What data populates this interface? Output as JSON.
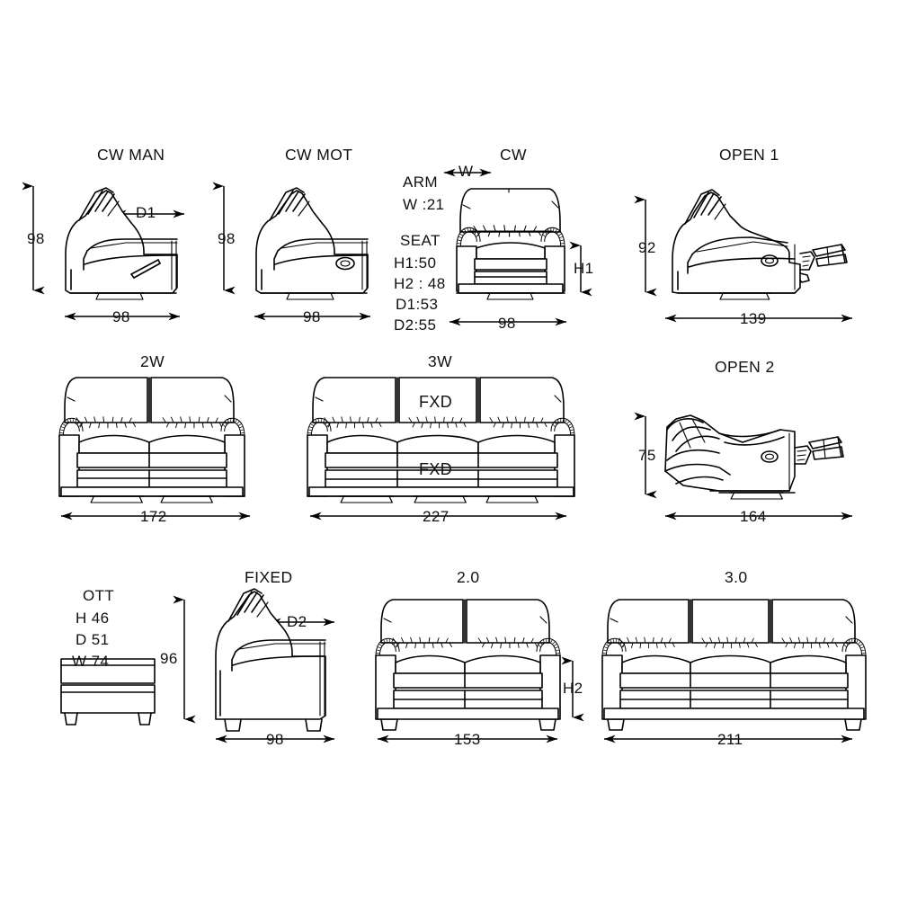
{
  "document": {
    "type": "furniture-dimension-drawing",
    "units": "cm",
    "line_color": "#000000",
    "background_color": "#ffffff",
    "row_count": 3,
    "panel_count": 11
  },
  "spec_blocks": {
    "seat_spec": {
      "arm_heading": "ARM",
      "arm_width": "W :21",
      "seat_heading": "SEAT",
      "h1": "H1:50",
      "h2": "H2 : 48",
      "d1": "D1:53",
      "d2": "D2:55"
    },
    "ottoman": {
      "heading": "OTT",
      "height": "H 46",
      "depth": "D 51",
      "width": "W 74"
    }
  },
  "panels": [
    {
      "id": "cw-man",
      "title": "CW MAN",
      "row": 1,
      "view": "side",
      "height_dim": "98",
      "width_dim": "98",
      "depth_label": "D1",
      "mechanism": "manual-lever"
    },
    {
      "id": "cw-mot",
      "title": "CW MOT",
      "row": 1,
      "view": "side",
      "height_dim": "98",
      "width_dim": "98",
      "mechanism": "motor-button"
    },
    {
      "id": "cw-front",
      "title": "CW",
      "row": 1,
      "view": "front",
      "width_dim": "98",
      "arm_width_label": "W",
      "seat_height_label": "H1"
    },
    {
      "id": "open-1",
      "title": "OPEN 1",
      "row": 1,
      "view": "side-reclined",
      "height_dim": "92",
      "width_dim": "139"
    },
    {
      "id": "two-w",
      "title": "2W",
      "row": 2,
      "view": "front",
      "width_dim": "172",
      "seats": 2
    },
    {
      "id": "three-w",
      "title": "3W",
      "row": 2,
      "view": "front",
      "width_dim": "227",
      "seats": 3,
      "center_back_label": "FXD",
      "center_seat_label": "FXD"
    },
    {
      "id": "open-2",
      "title": "OPEN 2",
      "row": 2,
      "view": "side-fully-reclined",
      "height_dim": "75",
      "width_dim": "164"
    },
    {
      "id": "ottoman",
      "title": "OTT",
      "row": 3,
      "view": "front"
    },
    {
      "id": "fixed",
      "title": "FIXED",
      "row": 3,
      "view": "side",
      "height_dim": "96",
      "width_dim": "98",
      "depth_label": "D2"
    },
    {
      "id": "two-point-zero",
      "title": "2.0",
      "row": 3,
      "view": "front",
      "width_dim": "153",
      "seat_height_label": "H2",
      "seats": 2
    },
    {
      "id": "three-point-zero",
      "title": "3.0",
      "row": 3,
      "view": "front",
      "width_dim": "211",
      "seats": 3
    }
  ]
}
